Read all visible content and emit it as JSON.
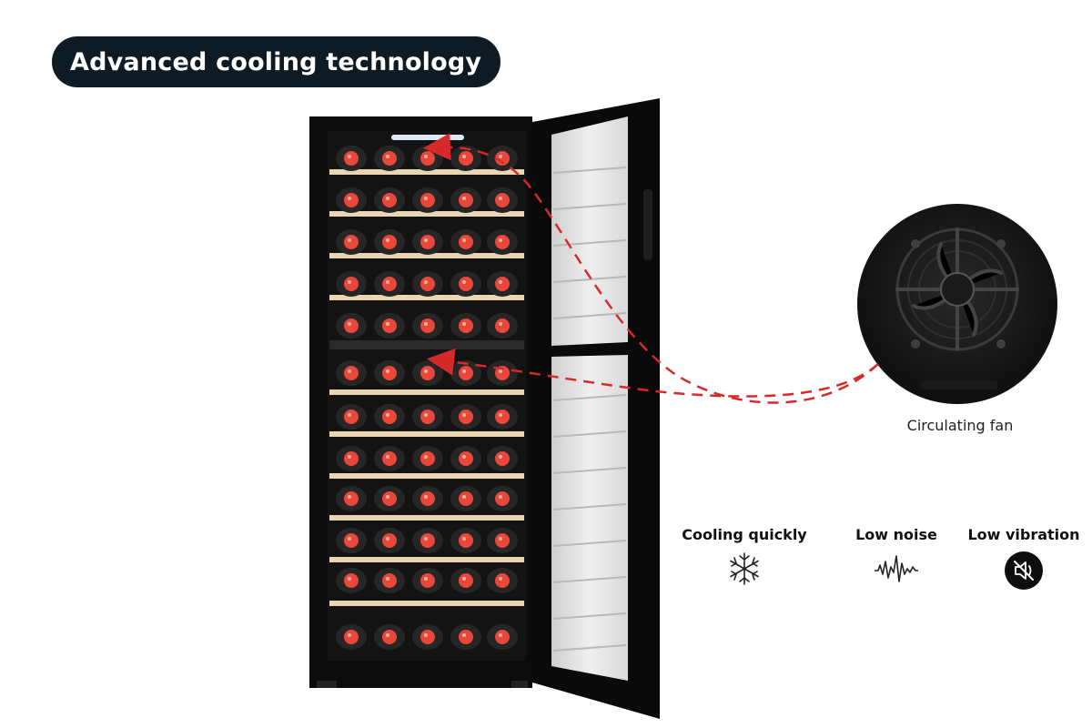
{
  "headline": "Advanced cooling technology",
  "fan_caption": "Circulating fan",
  "features": [
    {
      "label": "Cooling quickly",
      "icon": "snowflake-icon"
    },
    {
      "label": "Low noise",
      "icon": "sound-wave-icon"
    },
    {
      "label": "Low vibration",
      "icon": "muted-speaker-icon"
    }
  ],
  "colors": {
    "pill": "#0e1a24",
    "cabinet": "#0b0b0b",
    "bottle_cap": "#e8473a",
    "shelf": "#e9d6b3",
    "arrow": "#d62a2a"
  }
}
